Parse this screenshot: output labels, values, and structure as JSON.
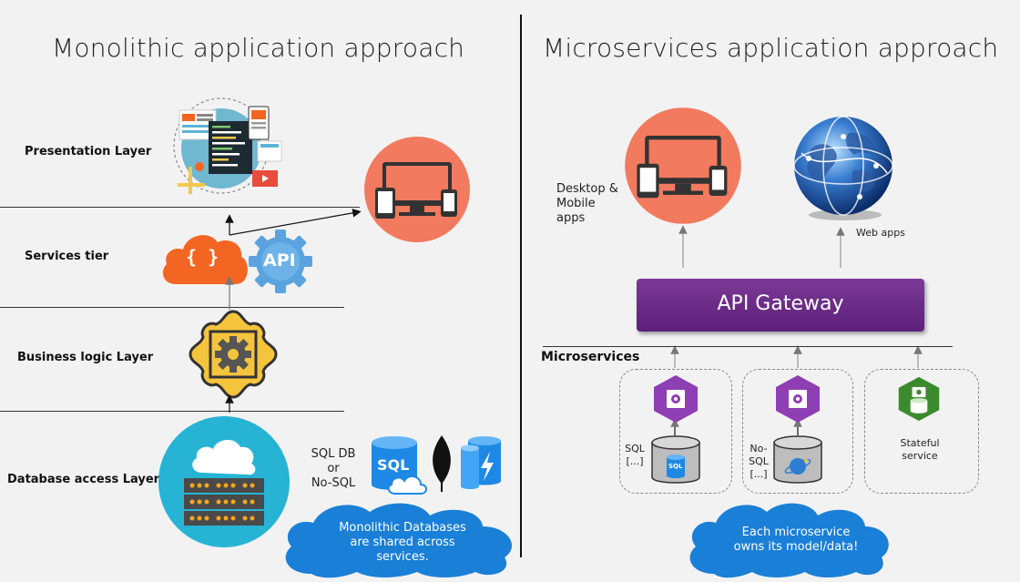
{
  "left": {
    "title": "Monolithic application approach",
    "layers": {
      "presentation": "Presentation Layer",
      "services": "Services tier",
      "business": "Business logic Layer",
      "database": "Database access Layer"
    },
    "api_badge": "API",
    "braces": "{ }",
    "sql_badge": "SQL",
    "db_caption": [
      "SQL DB",
      "or",
      "No-SQL"
    ],
    "cloud_text": [
      "Monolithic Databases",
      "are shared across",
      "services."
    ]
  },
  "right": {
    "title": "Microservices application approach",
    "desktop_caption": [
      "Desktop &",
      "Mobile",
      "apps"
    ],
    "web_caption": "Web apps",
    "gateway": "API Gateway",
    "microservices_label": "Microservices",
    "services": [
      {
        "caption": [
          "SQL",
          "[...]"
        ],
        "db_badge": "SQL"
      },
      {
        "caption": [
          "No-",
          "SQL",
          "[...]"
        ]
      },
      {
        "caption": [
          "Stateful",
          "service"
        ]
      }
    ],
    "cloud_text": [
      "Each microservice",
      "owns its model/data!"
    ]
  },
  "colors": {
    "background": "#f2f2f2",
    "salmon": "#f27a5e",
    "orange": "#f26522",
    "gateway_purple": "#6b2c8a",
    "cloud_blue": "#1a7fd6",
    "cyan": "#27b3d4",
    "service_purple": "#8e3fb3",
    "service_green": "#3b8b2e"
  }
}
